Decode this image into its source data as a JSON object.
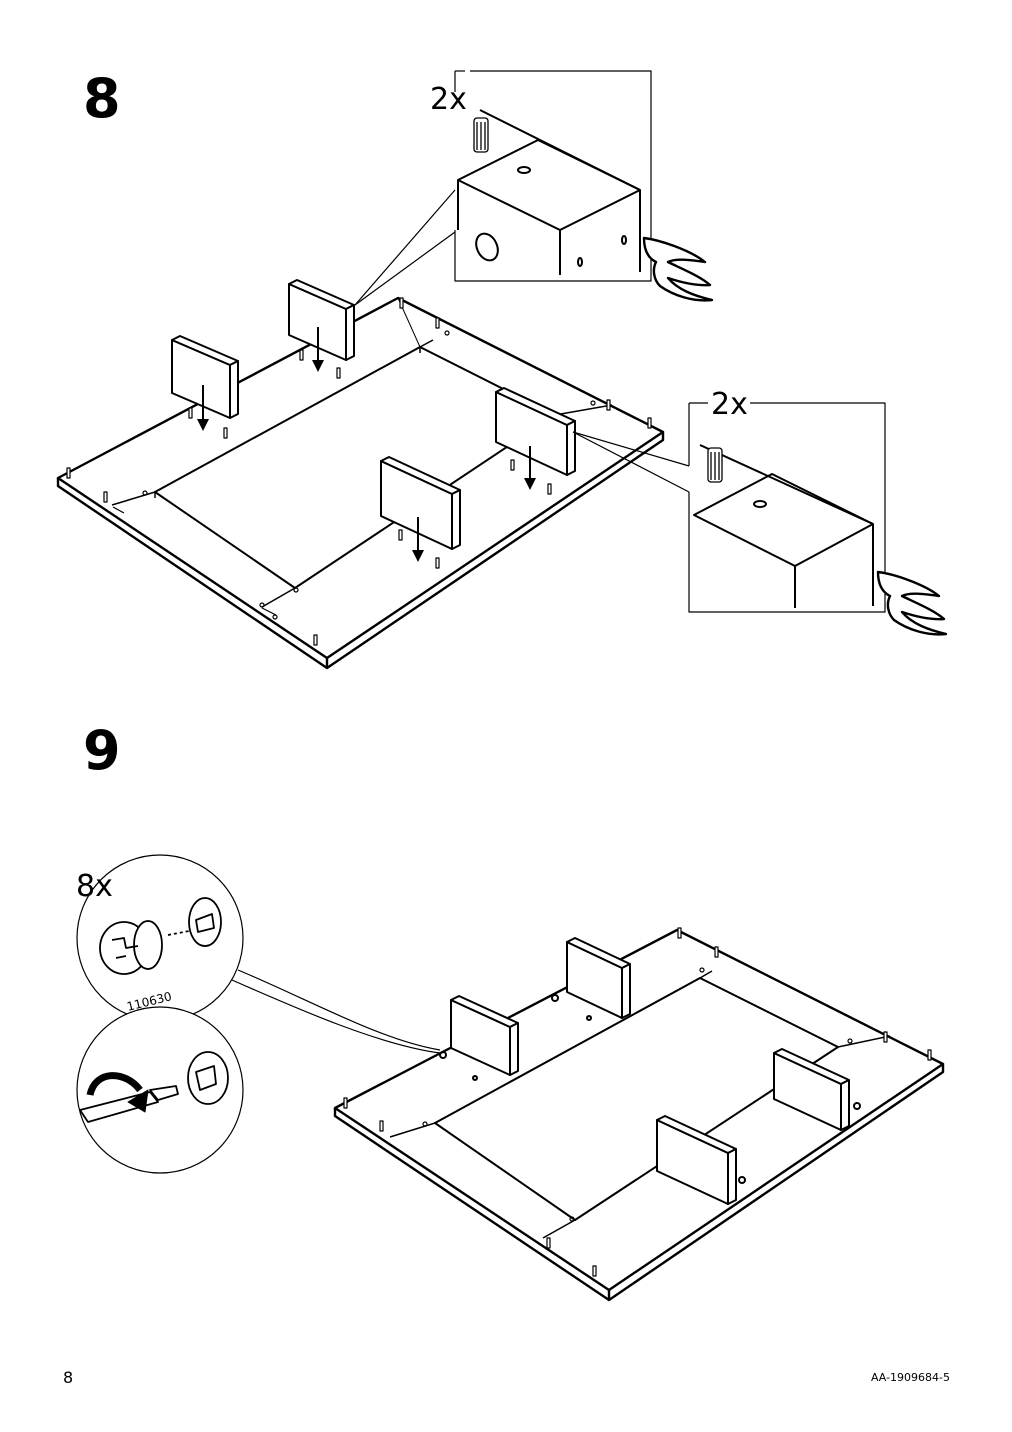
{
  "steps": [
    {
      "number": "8",
      "callouts": [
        {
          "quantity": "2x"
        },
        {
          "quantity": "2x"
        }
      ]
    },
    {
      "number": "9",
      "callouts": [
        {
          "quantity": "8x",
          "part_number": "110630"
        }
      ]
    }
  ],
  "footer": {
    "page_number": "8",
    "document_code": "AA-1909684-5"
  }
}
